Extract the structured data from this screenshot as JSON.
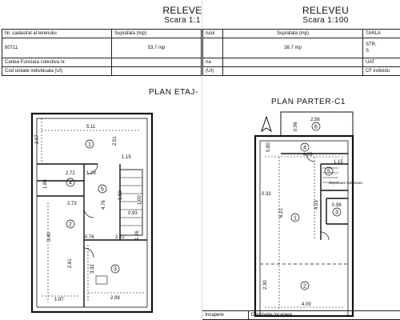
{
  "left": {
    "header": {
      "title": "RELEVE",
      "scale": "Scara 1:1"
    },
    "table": {
      "row1": {
        "c1": "Nr. cadastral al terenului",
        "c2": "Suprafata (mp)"
      },
      "row2": {
        "c1": "60711",
        "c2": "53.7 mp"
      },
      "row3": {
        "c1": "Cartea Funciara colectiva nr."
      },
      "row4": {
        "c1": "Cod unitate individuala (UI)"
      }
    },
    "plan_title": "PLAN ETAJ-",
    "dims": {
      "d511": "5.11",
      "d297": "2.97",
      "d251": "2.51",
      "d115": "1.15",
      "d272": "2.72",
      "d129": "1.29",
      "d186": "1.86",
      "d273": "2.73",
      "d476": "4.76",
      "d150": "1.50",
      "d093": "0.93",
      "d340": "3.40",
      "d076": "0.76",
      "d222": "2.22",
      "d126": "1.26",
      "d261": "2.61",
      "d332": "3.32",
      "d197": "1.97",
      "d299": "2.99",
      "d100": "1.00"
    },
    "rooms": {
      "r1": "1",
      "r2": "2",
      "r3": "3",
      "r4": "4",
      "r5": "5"
    }
  },
  "right": {
    "header": {
      "title": "RELEVEU",
      "scale": "Scara 1:100"
    },
    "table": {
      "row1": {
        "c1": "rului",
        "c2": "Suprafata (mp)",
        "c3": "TARLA"
      },
      "row2": {
        "c2": "38.7 mp",
        "c3": "STR."
      },
      "row2b": {
        "c3": "S"
      },
      "row3": {
        "c1": "na",
        "c3": "UAT"
      },
      "row4": {
        "c1": "(UI)",
        "c3": "CF individu"
      }
    },
    "plan_title": "PLAN PARTER-C1",
    "dims": {
      "d256": "2.56",
      "d096": "0.96",
      "d080": "0.80",
      "d409a": "4.09",
      "d115": "1.15",
      "d033": "0.33",
      "d621": "6.21",
      "d453": "4.53",
      "d098": "0.98",
      "d230": "2.30",
      "d409b": "4.09"
    },
    "rooms": {
      "r1": "1",
      "r2": "2",
      "r3": "3",
      "r4": "4",
      "r5": "5",
      "r6": "6"
    },
    "note": "depozitare sub scara",
    "footer": {
      "col1": "Nr. Incapere",
      "col2": "Destinatie incapere"
    }
  }
}
